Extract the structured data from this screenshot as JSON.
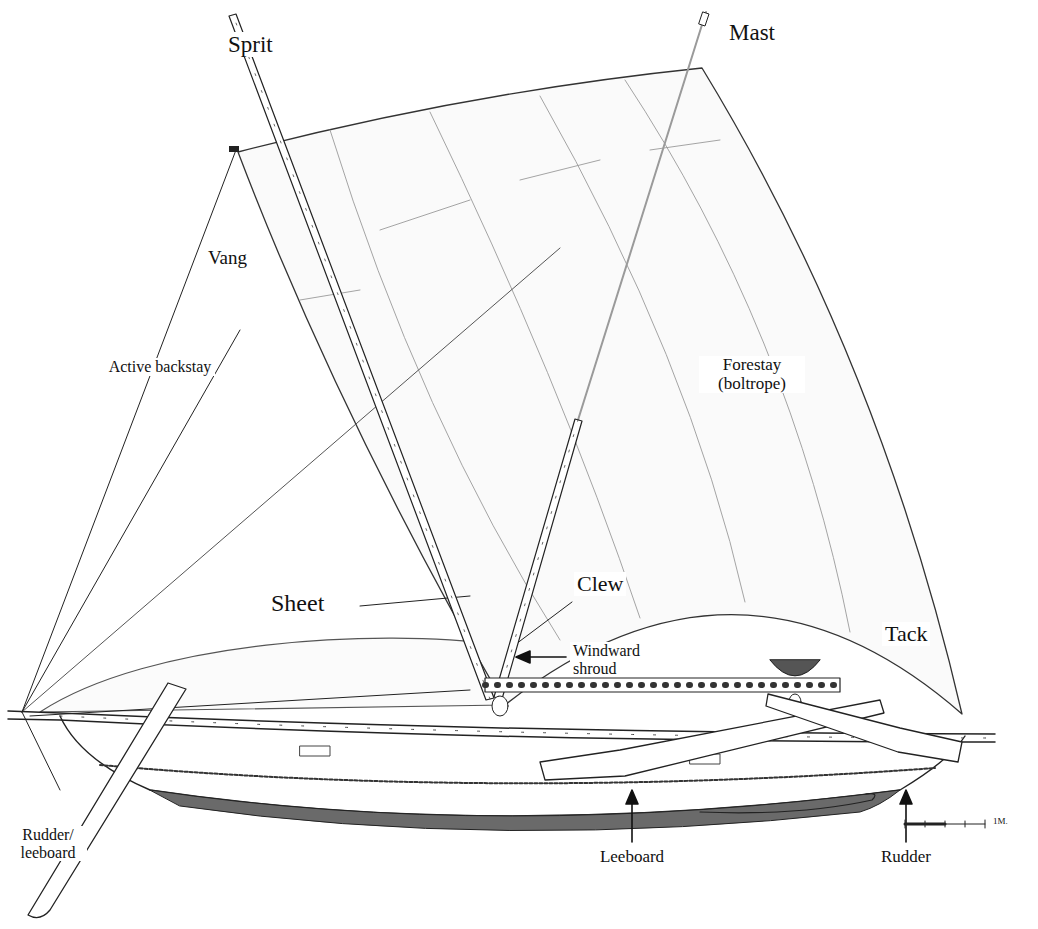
{
  "diagram": {
    "labels": [
      "Sprit",
      "Mast",
      "Vang",
      "Active backstay",
      "Forestay (boltrope)",
      "Clew",
      "Sheet",
      "Windward shroud",
      "Tack",
      "Leeboard",
      "Rudder",
      "Rudder/ leeboard",
      "1M."
    ]
  }
}
